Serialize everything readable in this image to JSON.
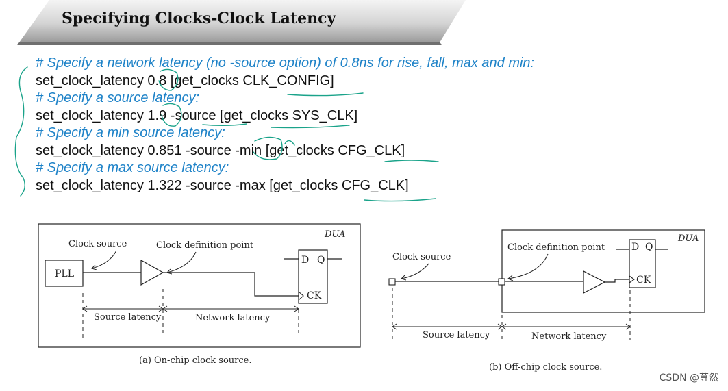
{
  "slide": {
    "title": "Specifying Clocks-Clock Latency"
  },
  "code_lines": [
    {
      "kind": "comment",
      "text": "# Specify a network latency (no -source option) of 0.8ns for  rise, fall, max and min:"
    },
    {
      "kind": "command",
      "text": "set_clock_latency 0.8 [get_clocks CLK_CONFIG]"
    },
    {
      "kind": "comment",
      "text": "# Specify a source latency:"
    },
    {
      "kind": "command",
      "text": "set_clock_latency 1.9 -source [get_clocks SYS_CLK]"
    },
    {
      "kind": "comment",
      "text": "# Specify a min source latency:"
    },
    {
      "kind": "command",
      "text": "set_clock_latency 0.851 -source -min [get_clocks CFG_CLK]"
    },
    {
      "kind": "comment",
      "text": "# Specify a max source latency:"
    },
    {
      "kind": "command",
      "text": "set_clock_latency 1.322 -source -max [get_clocks CFG_CLK]"
    }
  ],
  "figure_a": {
    "dua": "DUA",
    "pll": "PLL",
    "clock_source": "Clock source",
    "clock_definition_point": "Clock definition point",
    "ff_d": "D",
    "ff_q": "Q",
    "ff_ck": "CK",
    "source_latency": "Source latency",
    "network_latency": "Network latency",
    "caption": "(a) On-chip clock source."
  },
  "figure_b": {
    "dua": "DUA",
    "clock_source": "Clock source",
    "clock_definition_point": "Clock definition point",
    "ff_d": "D",
    "ff_q": "Q",
    "ff_ck": "CK",
    "source_latency": "Source latency",
    "network_latency": "Network latency",
    "caption": "(b) Off-chip clock source."
  },
  "watermark": "CSDN @荨然",
  "colors": {
    "comment": "#1f83c8",
    "annotation": "#1aa38a",
    "title_band": "#cfcfcf"
  }
}
